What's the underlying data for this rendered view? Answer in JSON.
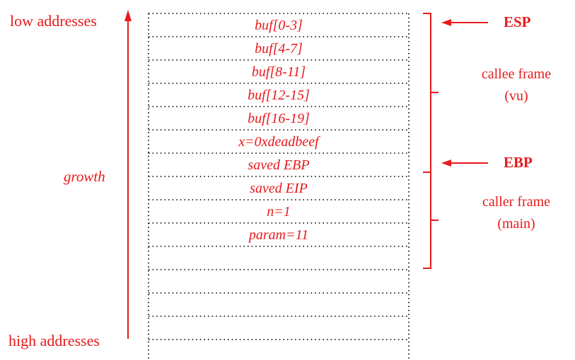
{
  "colors": {
    "accent": "#e8191c",
    "grid": "#000000"
  },
  "axis": {
    "low_label": "low addresses",
    "high_label": "high addresses",
    "growth_label": "growth"
  },
  "cells": [
    "buf[0-3]",
    "buf[4-7]",
    "buf[8-11]",
    "buf[12-15]",
    "buf[16-19]",
    "x=0xdeadbeef",
    "saved EBP",
    "saved EIP",
    "n=1",
    "param=11",
    "",
    "",
    "",
    "",
    ""
  ],
  "pointers": {
    "esp": "ESP",
    "ebp": "EBP"
  },
  "frames": {
    "callee_line1": "callee frame",
    "callee_line2": "(vu)",
    "caller_line1": "caller frame",
    "caller_line2": "(main)"
  }
}
